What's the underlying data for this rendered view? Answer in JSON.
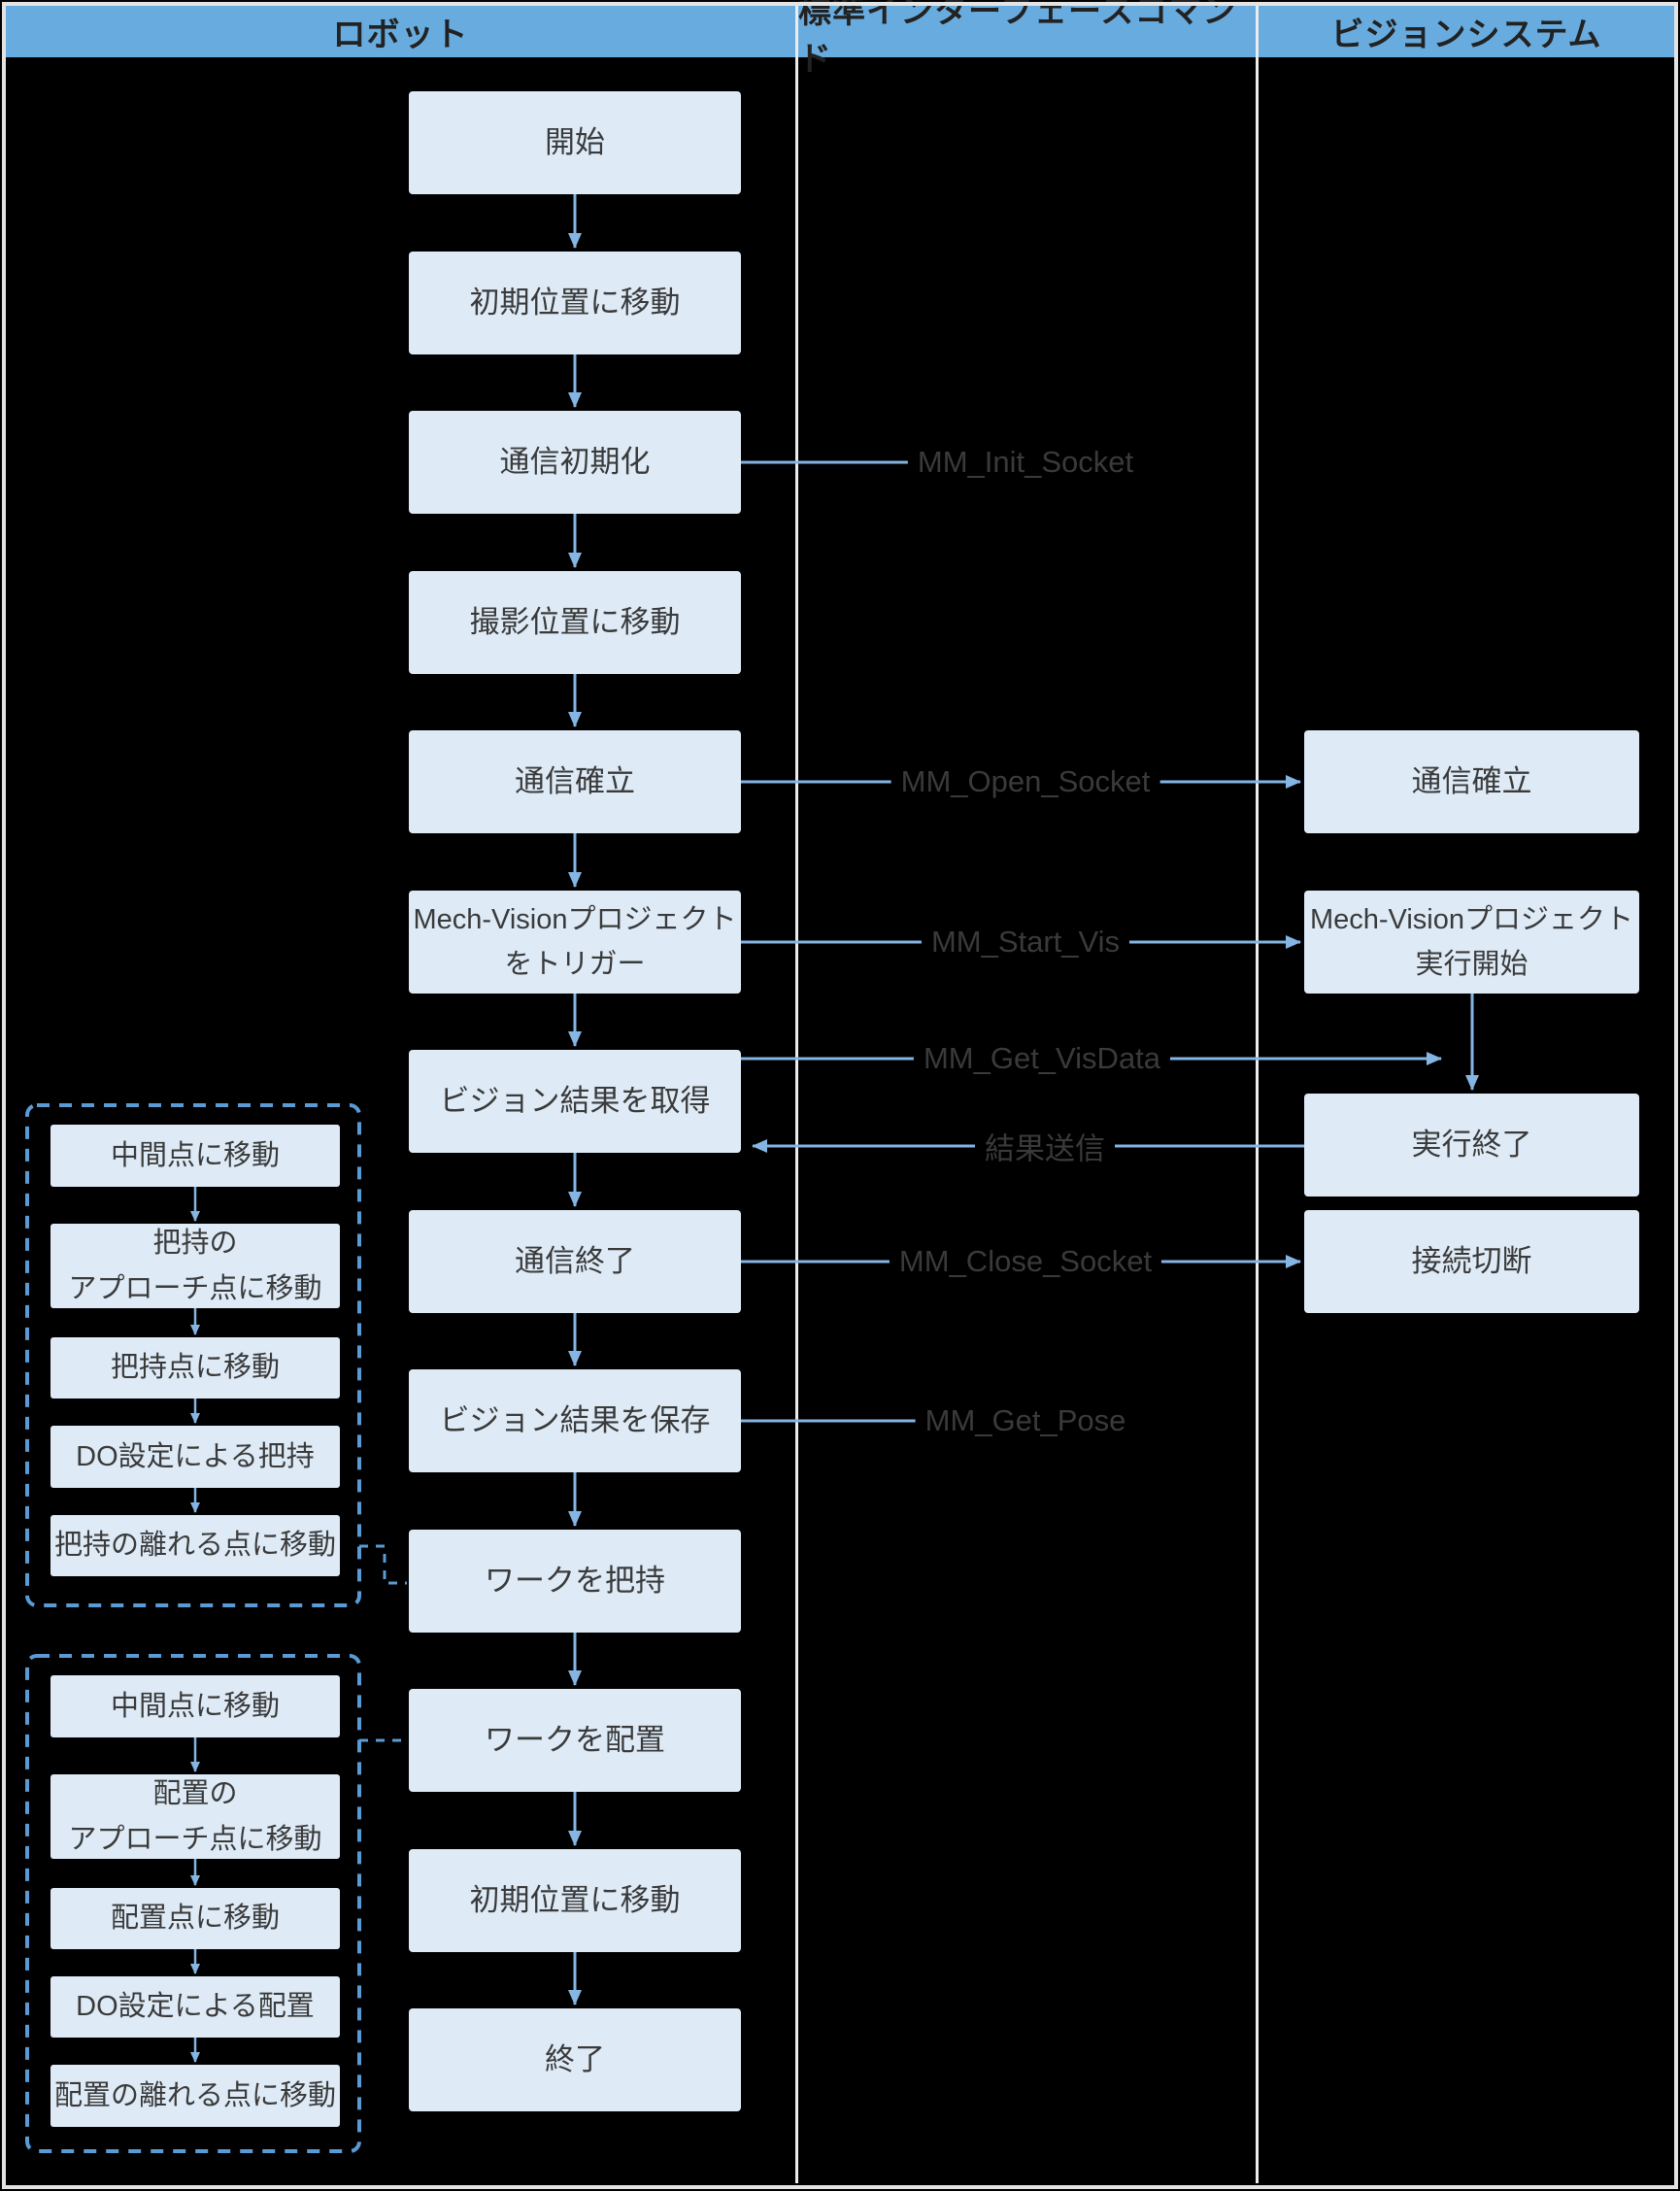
{
  "header": {
    "columns": [
      {
        "label": "ロボット"
      },
      {
        "label": "標準インターフェースコマンド"
      },
      {
        "label": "ビジョンシステム"
      }
    ]
  },
  "robot_flow": [
    "開始",
    "初期位置に移動",
    "通信初期化",
    "撮影位置に移動",
    "通信確立",
    "Mech-Visionプロジェクト\nをトリガー",
    "ビジョン結果を取得",
    "通信終了",
    "ビジョン結果を保存",
    "ワークを把持",
    "ワークを配置",
    "初期位置に移動",
    "終了"
  ],
  "vision_flow": [
    "通信確立",
    "Mech-Visionプロジェクト\n実行開始",
    "実行終了",
    "接続切断"
  ],
  "commands": {
    "init_socket": "MM_Init_Socket",
    "open_socket": "MM_Open_Socket",
    "start_vis": "MM_Start_Vis",
    "get_visdata": "MM_Get_VisData",
    "send_result": "結果送信",
    "close_socket": "MM_Close_Socket",
    "get_pose": "MM_Get_Pose"
  },
  "grasp_group_steps": [
    "中間点に移動",
    "把持の\nアプローチ点に移動",
    "把持点に移動",
    "DO設定による把持",
    "把持の離れる点に移動"
  ],
  "place_group_steps": [
    "中間点に移動",
    "配置の\nアプローチ点に移動",
    "配置点に移動",
    "DO設定による配置",
    "配置の離れる点に移動"
  ],
  "colors": {
    "header_fill": "#68ACDF",
    "header_text": "#222222",
    "box_fill": "#DEEBF7",
    "box_text": "#3A3A3A",
    "arrow_line": "#85B5E3",
    "dashed_blue": "#5B9BD5",
    "command_text": "#3A3A3A",
    "frame_gray": "#E3E3E3",
    "divider_gray": "#ECECEC",
    "background": "#000000"
  }
}
